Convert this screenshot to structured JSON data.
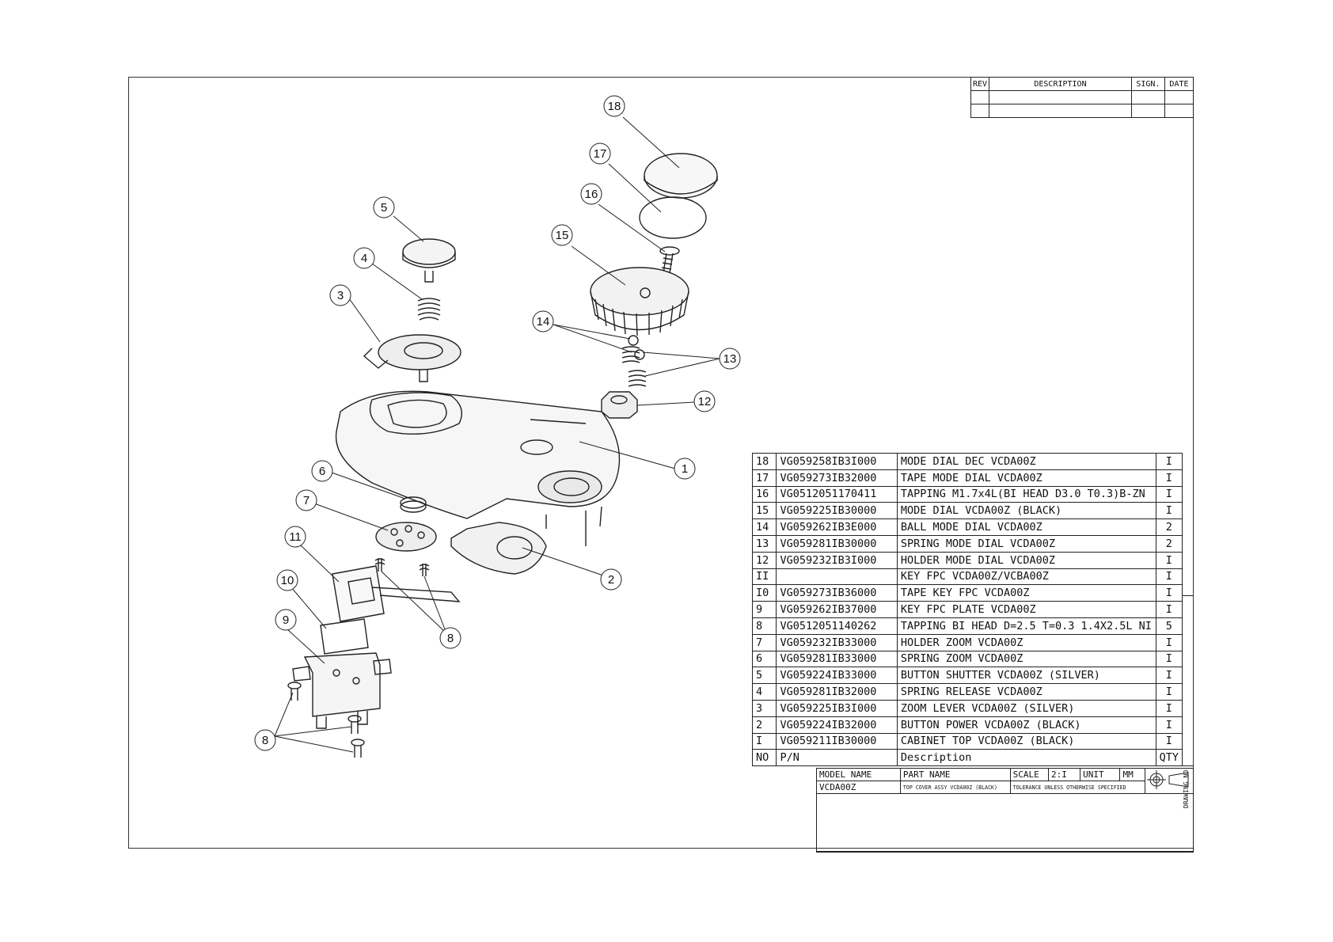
{
  "revision_block": {
    "headers": [
      "REV",
      "DESCRIPTION",
      "SIGN.",
      "DATE"
    ]
  },
  "callouts": [
    "18",
    "17",
    "16",
    "15",
    "14",
    "13",
    "12",
    "1",
    "5",
    "4",
    "3",
    "6",
    "7",
    "2",
    "11",
    "10",
    "8",
    "9",
    "8"
  ],
  "bom": {
    "headers": [
      "NO",
      "P/N",
      "Description",
      "QTY"
    ],
    "rows": [
      {
        "no": "18",
        "pn": "VG059258IB3I000",
        "desc": "MODE DIAL DEC VCDA00Z",
        "qty": "I"
      },
      {
        "no": "17",
        "pn": "VG059273IB32000",
        "desc": "TAPE MODE DIAL VCDA00Z",
        "qty": "I"
      },
      {
        "no": "16",
        "pn": "VG0512051170411",
        "desc": "TAPPING M1.7x4L(BI HEAD D3.0 T0.3)B-ZN",
        "qty": "I"
      },
      {
        "no": "15",
        "pn": "VG059225IB30000",
        "desc": "MODE DIAL VCDA00Z (BLACK)",
        "qty": "I"
      },
      {
        "no": "14",
        "pn": "VG059262IB3E000",
        "desc": "BALL MODE DIAL VCDA00Z",
        "qty": "2"
      },
      {
        "no": "13",
        "pn": "VG059281IB30000",
        "desc": "SPRING MODE DIAL VCDA00Z",
        "qty": "2"
      },
      {
        "no": "12",
        "pn": "VG059232IB3I000",
        "desc": "HOLDER MODE DIAL VCDA00Z",
        "qty": "I"
      },
      {
        "no": "II",
        "pn": "",
        "desc": "KEY FPC VCDA00Z/VCBA00Z",
        "qty": "I"
      },
      {
        "no": "I0",
        "pn": "VG059273IB36000",
        "desc": "TAPE KEY FPC VCDA00Z",
        "qty": "I"
      },
      {
        "no": "9",
        "pn": "VG059262IB37000",
        "desc": "KEY FPC PLATE VCDA00Z",
        "qty": "I"
      },
      {
        "no": "8",
        "pn": "VG0512051140262",
        "desc": "TAPPING BI HEAD D=2.5 T=0.3 1.4X2.5L NI",
        "qty": "5"
      },
      {
        "no": "7",
        "pn": "VG059232IB33000",
        "desc": "HOLDER ZOOM VCDA00Z",
        "qty": "I"
      },
      {
        "no": "6",
        "pn": "VG059281IB33000",
        "desc": "SPRING ZOOM VCDA00Z",
        "qty": "I"
      },
      {
        "no": "5",
        "pn": "VG059224IB33000",
        "desc": "BUTTON SHUTTER VCDA00Z (SILVER)",
        "qty": "I"
      },
      {
        "no": "4",
        "pn": "VG059281IB32000",
        "desc": "SPRING RELEASE VCDA00Z",
        "qty": "I"
      },
      {
        "no": "3",
        "pn": "VG059225IB3I000",
        "desc": "ZOOM LEVER VCDA00Z (SILVER)",
        "qty": "I"
      },
      {
        "no": "2",
        "pn": "VG059224IB32000",
        "desc": "BUTTON POWER VCDA00Z (BLACK)",
        "qty": "I"
      },
      {
        "no": "I",
        "pn": "VG059211IB30000",
        "desc": "CABINET TOP VCDA00Z (BLACK)",
        "qty": "I"
      }
    ]
  },
  "title_block": {
    "model_name_label": "MODEL NAME",
    "part_name_label": "PART NAME",
    "scale_label": "SCALE",
    "scale_value": "2:I",
    "unit_label": "UNIT",
    "unit_value": "MM",
    "model_value": "VCDA00Z",
    "part_value": "TOP COVER ASSY VCDA00Z (BLACK)",
    "tolerance": "TOLERANCE UNLESS OTHERWISE SPECIFIED",
    "drawing_no_label": "DRAWING NO."
  }
}
